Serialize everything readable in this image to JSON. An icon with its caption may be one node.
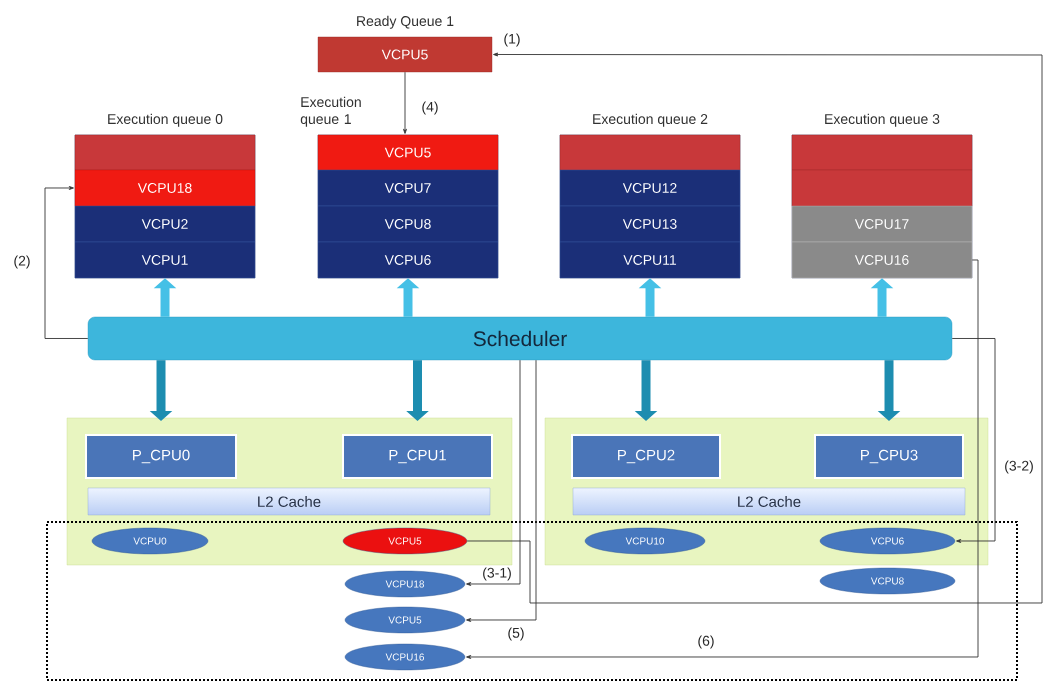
{
  "diagram": {
    "nodes": [
      {
        "text": [
          "Ready Queue 1",
          "VCPU5"
        ]
      },
      {
        "text": [
          "Execution queue 0"
        ]
      },
      {
        "text": [],
        "shape": "bar",
        "in": 1
      },
      {
        "text": [
          "VCPU18"
        ],
        "in": 1
      },
      {
        "text": [
          "VCPU2"
        ],
        "in": 1
      },
      {
        "text": [
          "VCPU1"
        ],
        "in": 1
      },
      {
        "text": [
          "Execution queue 1"
        ]
      },
      {
        "text": [
          "VCPU5"
        ],
        "in": 6
      },
      {
        "text": [
          "VCPU7"
        ],
        "in": 6
      },
      {
        "text": [
          "VCPU8"
        ],
        "in": 6
      },
      {
        "text": [
          "VCPU6"
        ],
        "in": 6
      },
      {
        "text": [
          "Execution queue 2"
        ]
      },
      {
        "text": [],
        "shape": "bar",
        "in": 11
      },
      {
        "text": [
          "VCPU12"
        ],
        "in": 11
      },
      {
        "text": [
          "VCPU13"
        ],
        "in": 11
      },
      {
        "text": [
          "VCPU11"
        ],
        "in": 11
      },
      {
        "text": [
          "Execution queue 3"
        ]
      },
      {
        "text": [],
        "shape": "bar",
        "in": 16
      },
      {
        "text": [],
        "shape": "bar",
        "in": 16
      },
      {
        "text": [
          "VCPU17"
        ],
        "in": 16
      },
      {
        "text": [
          "VCPU16"
        ],
        "in": 16
      },
      {
        "text": [
          "Scheduler"
        ]
      },
      {
        "text": [],
        "shape": "box"
      },
      {
        "text": [],
        "shape": "box"
      },
      {
        "text": [
          "P_CPU0"
        ],
        "in": 23
      },
      {
        "text": [
          "P_CPU1"
        ],
        "in": 23
      },
      {
        "text": [
          "L2 Cache"
        ],
        "in": 23
      },
      {
        "text": [
          "VCPU0"
        ]
      },
      {
        "text": [
          "VCPU5"
        ]
      },
      {
        "text": [],
        "shape": "box"
      },
      {
        "text": [
          "P_CPU2"
        ],
        "in": 29
      },
      {
        "text": [
          "P_CPU3"
        ],
        "in": 29
      },
      {
        "text": [
          "L2 Cache"
        ],
        "in": 29
      },
      {
        "text": [
          "VCPU10"
        ]
      },
      {
        "text": [
          "VCPU6"
        ]
      },
      {
        "text": [
          "VCPU18"
        ],
        "in": 22
      },
      {
        "text": [
          "VCPU5"
        ],
        "in": 22
      },
      {
        "text": [
          "VCPU16"
        ],
        "in": 22
      },
      {
        "text": [
          "VCPU8"
        ],
        "in": 22
      }
    ],
    "edges": [
      {
        "from": 21,
        "to": 1,
        "arrow": "to",
        "color": "#45c0e6"
      },
      {
        "from": 21,
        "to": 6,
        "arrow": "to",
        "color": "#45c0e6"
      },
      {
        "from": 21,
        "to": 11,
        "arrow": "to",
        "color": "#45c0e6"
      },
      {
        "from": 21,
        "to": 16,
        "arrow": "to",
        "color": "#45c0e6"
      },
      {
        "from": 21,
        "to": 24,
        "arrow": "to",
        "color": "#1d8db0"
      },
      {
        "from": 21,
        "to": 25,
        "arrow": "to",
        "color": "#1d8db0"
      },
      {
        "from": 21,
        "to": 30,
        "arrow": "to",
        "color": "#1d8db0"
      },
      {
        "from": 21,
        "to": 31,
        "arrow": "to",
        "color": "#1d8db0"
      },
      {
        "from": 28,
        "to": 0,
        "arrow": "to",
        "label": "(1)"
      },
      {
        "from": 0,
        "to": 7,
        "arrow": "to",
        "label": "(4)"
      },
      {
        "from": 21,
        "to": 3,
        "arrow": "to",
        "label": "(2)"
      },
      {
        "from": 21,
        "to": 35,
        "arrow": "to",
        "label": "(3-1)"
      },
      {
        "from": 21,
        "to": 34,
        "arrow": "to",
        "label": "(3-2)"
      },
      {
        "from": 21,
        "to": 36,
        "arrow": "to",
        "label": "(5)"
      },
      {
        "from": 20,
        "to": 37,
        "arrow": "to",
        "label": "(6)"
      }
    ]
  }
}
